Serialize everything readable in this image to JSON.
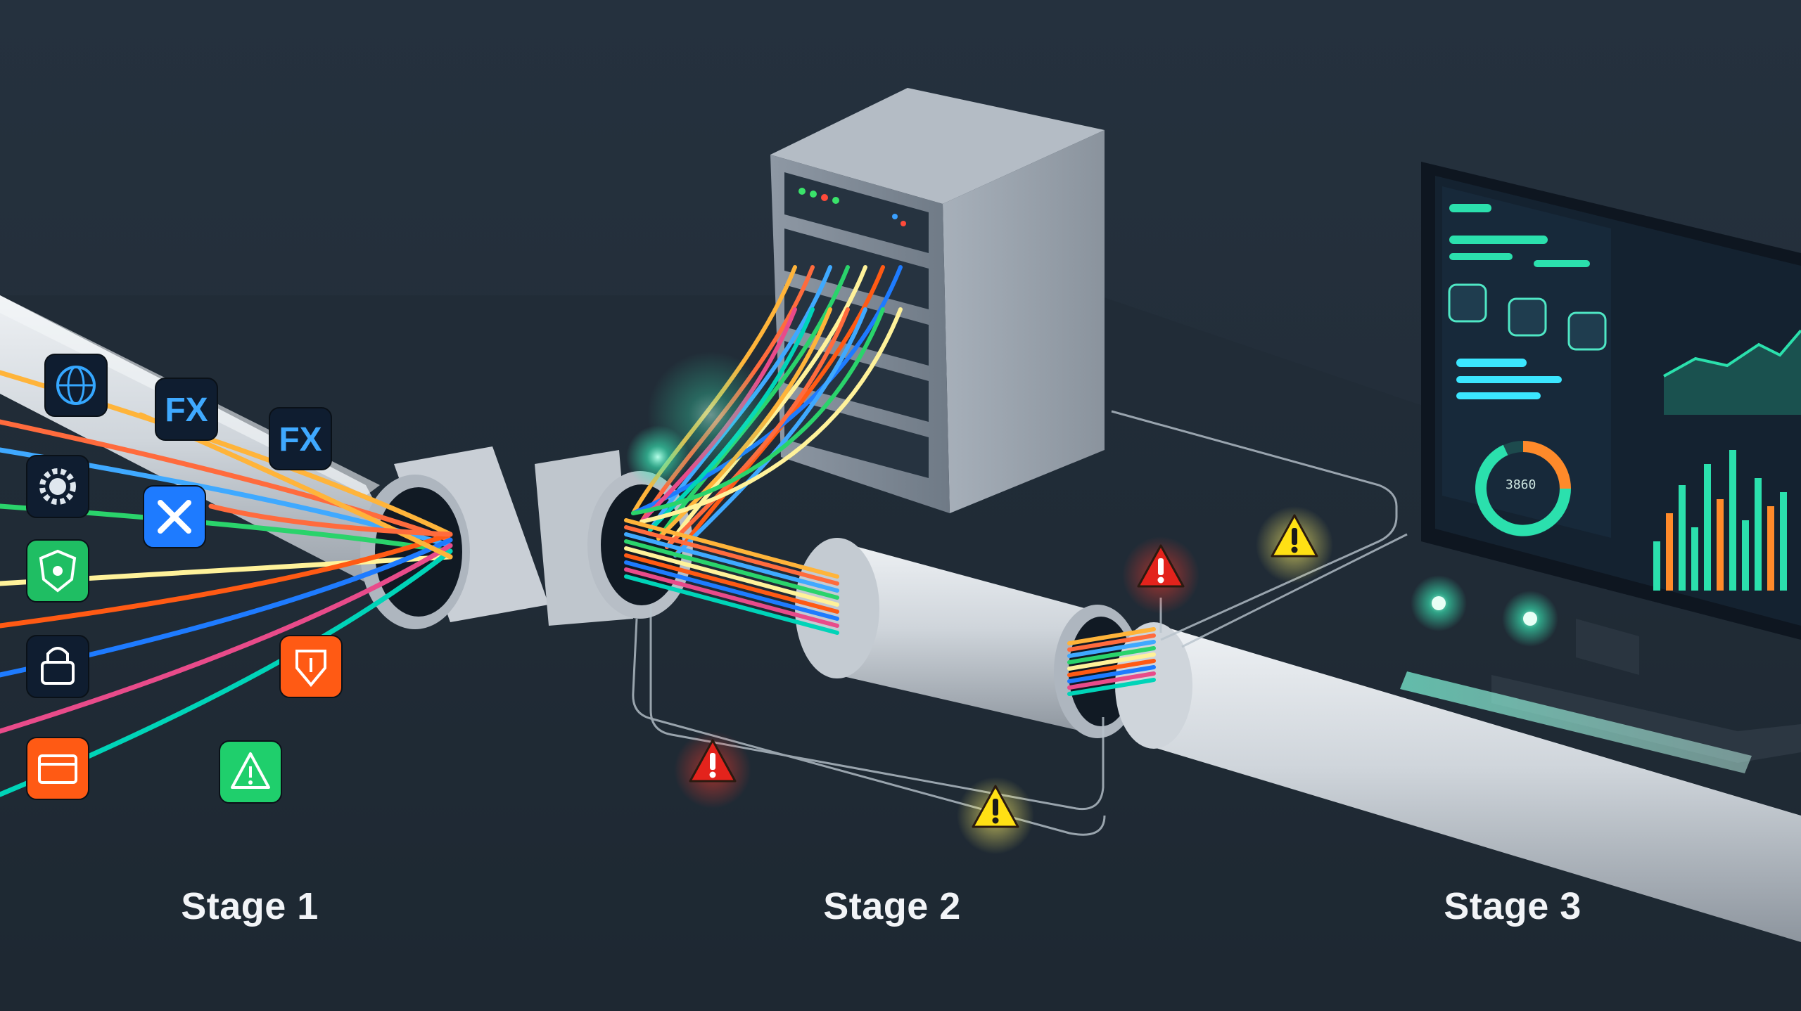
{
  "stages": [
    {
      "label": "Stage 1"
    },
    {
      "label": "Stage 2"
    },
    {
      "label": "Stage 3"
    }
  ],
  "source_icons": [
    {
      "name": "globe-icon",
      "bg": "#0f1d30",
      "fg": "#35a7ff"
    },
    {
      "name": "gear-icon",
      "bg": "#0f1d30",
      "fg": "#dfe7ee"
    },
    {
      "name": "shield-icon",
      "bg": "#1fbe63",
      "fg": "#ffffff"
    },
    {
      "name": "lock-icon",
      "bg": "#0f1d30",
      "fg": "#ffffff"
    },
    {
      "name": "folder-icon",
      "bg": "#ff5a14",
      "fg": "#ffffff"
    },
    {
      "name": "fx-icon",
      "text": "FX",
      "bg": "#0f1d30",
      "fg": "#3fa9ff"
    },
    {
      "name": "fx-icon",
      "text": "FX",
      "bg": "#0f1d30",
      "fg": "#3fa9ff"
    },
    {
      "name": "close-icon",
      "bg": "#1e7bff",
      "fg": "#ffffff"
    },
    {
      "name": "tag-icon",
      "bg": "#ff5a14",
      "fg": "#ffffff"
    },
    {
      "name": "warning-icon",
      "bg": "#1fcf6c",
      "fg": "#ffffff"
    }
  ],
  "cable_colors": [
    "#ffb43a",
    "#ff6b3d",
    "#3fa9ff",
    "#2ad36b",
    "#fff29a",
    "#ff5a14",
    "#1e7bff",
    "#e84b8a",
    "#00d4b8"
  ],
  "alert_colors": {
    "critical": "#e3231c",
    "warning": "#ffe014",
    "accent": "#28e0b0"
  },
  "monitor_readout": "3860"
}
